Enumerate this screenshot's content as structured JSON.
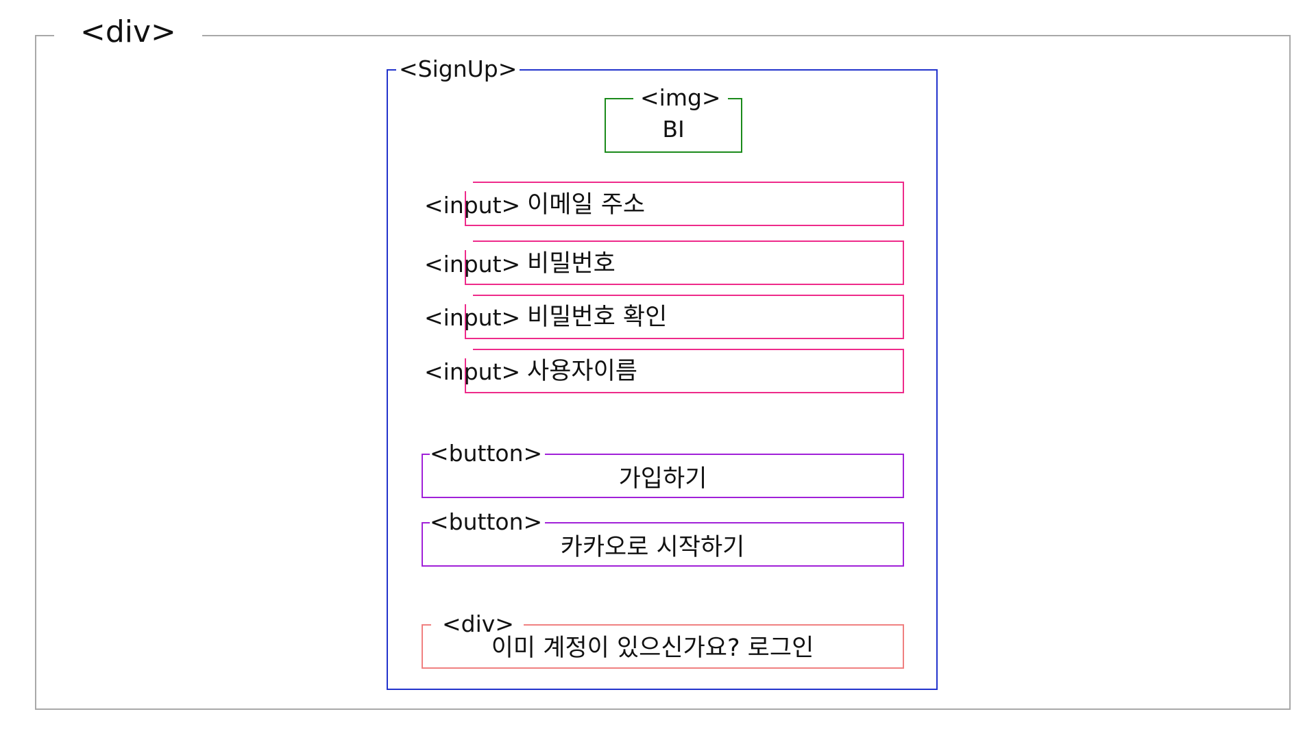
{
  "outer": {
    "tag": "<div>"
  },
  "signup": {
    "tag": "<SignUp>",
    "logo": {
      "tag": "<img>",
      "text": "BI"
    },
    "inputs": [
      {
        "tag": "<input>",
        "placeholder": "이메일 주소"
      },
      {
        "tag": "<input>",
        "placeholder": "비밀번호"
      },
      {
        "tag": "<input>",
        "placeholder": "비밀번호 확인"
      },
      {
        "tag": "<input>",
        "placeholder": "사용자이름"
      }
    ],
    "buttons": [
      {
        "tag": "<button>",
        "label": "가입하기"
      },
      {
        "tag": "<button>",
        "label": "카카오로 시작하기"
      }
    ],
    "login": {
      "tag": "<div>",
      "text": "이미 계정이 있으신가요? 로그인"
    }
  },
  "colors": {
    "outer_border": "#a8a8a8",
    "signup_border": "#2233cc",
    "img_border": "#1a8a1a",
    "input_border": "#ee2a8a",
    "button_border": "#a020d8",
    "login_border": "#f08080"
  }
}
